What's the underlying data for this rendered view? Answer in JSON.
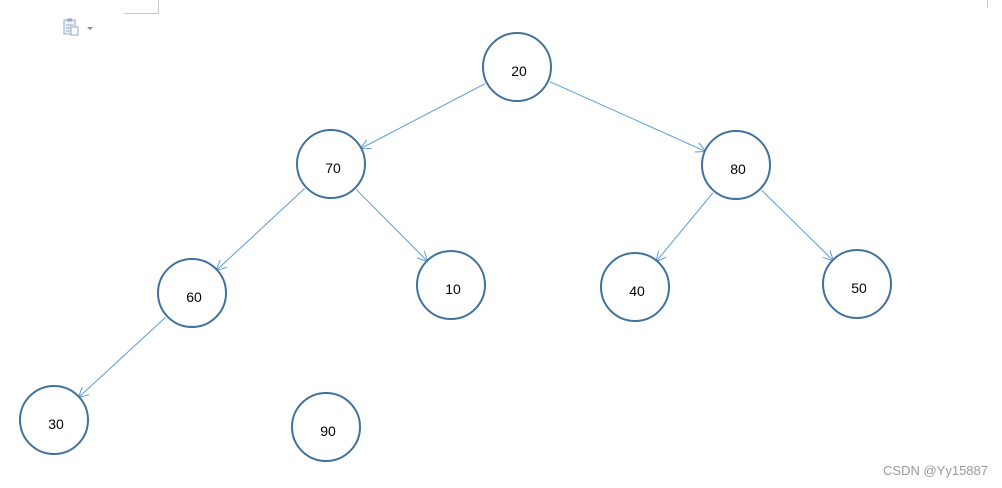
{
  "diagram": {
    "nodes": [
      {
        "id": "20",
        "label": "20"
      },
      {
        "id": "70",
        "label": "70"
      },
      {
        "id": "80",
        "label": "80"
      },
      {
        "id": "60",
        "label": "60"
      },
      {
        "id": "10",
        "label": "10"
      },
      {
        "id": "40",
        "label": "40"
      },
      {
        "id": "50",
        "label": "50"
      },
      {
        "id": "30",
        "label": "30"
      },
      {
        "id": "90",
        "label": "90"
      }
    ],
    "edges": [
      {
        "from": "20",
        "to": "70"
      },
      {
        "from": "20",
        "to": "80"
      },
      {
        "from": "70",
        "to": "60"
      },
      {
        "from": "70",
        "to": "10"
      },
      {
        "from": "80",
        "to": "40"
      },
      {
        "from": "80",
        "to": "50"
      },
      {
        "from": "60",
        "to": "30"
      }
    ],
    "colors": {
      "node_stroke": "#41719c",
      "edge": "#5b9bd5",
      "text": "#000000"
    }
  },
  "watermark": {
    "text": "CSDN @Yy15887"
  },
  "icons": {
    "paste_options": "paste-options-icon"
  }
}
